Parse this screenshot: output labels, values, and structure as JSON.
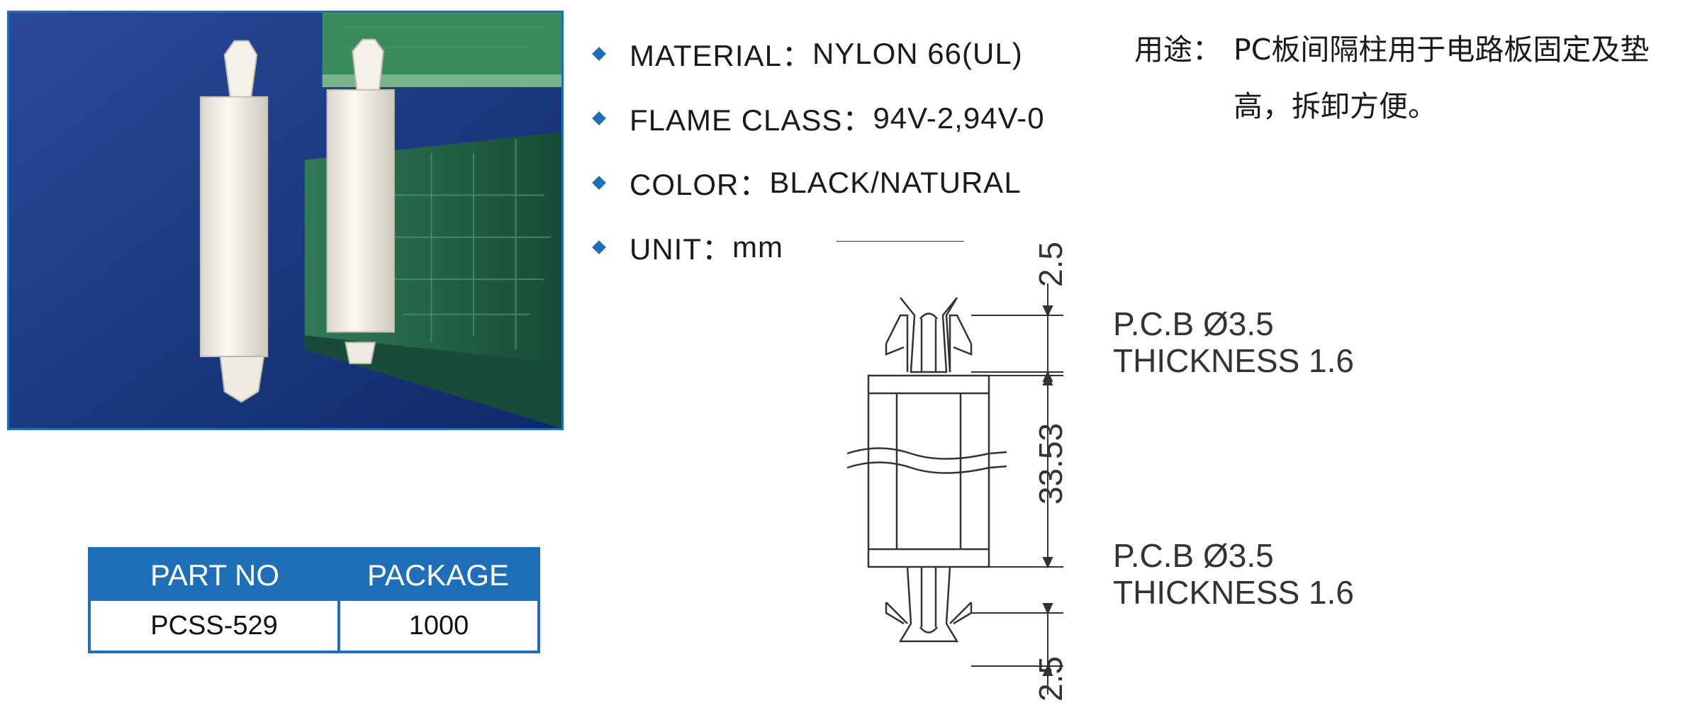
{
  "specs": [
    {
      "label": "MATERIAL：",
      "value": "NYLON 66(UL)"
    },
    {
      "label": "FLAME CLASS：",
      "value": "94V-2,94V-0"
    },
    {
      "label": "COLOR：",
      "value": "BLACK/NATURAL"
    },
    {
      "label": "UNIT：",
      "value": "mm"
    }
  ],
  "usage": {
    "label": "用途：",
    "text": "PC板间隔柱用于电路板固定及垫高，拆卸方便。"
  },
  "table": {
    "headers": [
      "PART NO",
      "PACKAGE"
    ],
    "row": [
      "PCSS-529",
      "1000"
    ]
  },
  "drawing": {
    "dim_top": "2.5",
    "dim_mid": "33.53",
    "dim_bottom": "2.5",
    "pcb_top_line1": "P.C.B  Ø3.5",
    "pcb_top_line2": "THICKNESS  1.6",
    "pcb_bottom_line1": "P.C.B  Ø3.5",
    "pcb_bottom_line2": "THICKNESS  1.6"
  },
  "colors": {
    "accent": "#1f6fb8",
    "photo_bg": "#1f3f8a",
    "pcb_green": "#1f5a43"
  }
}
